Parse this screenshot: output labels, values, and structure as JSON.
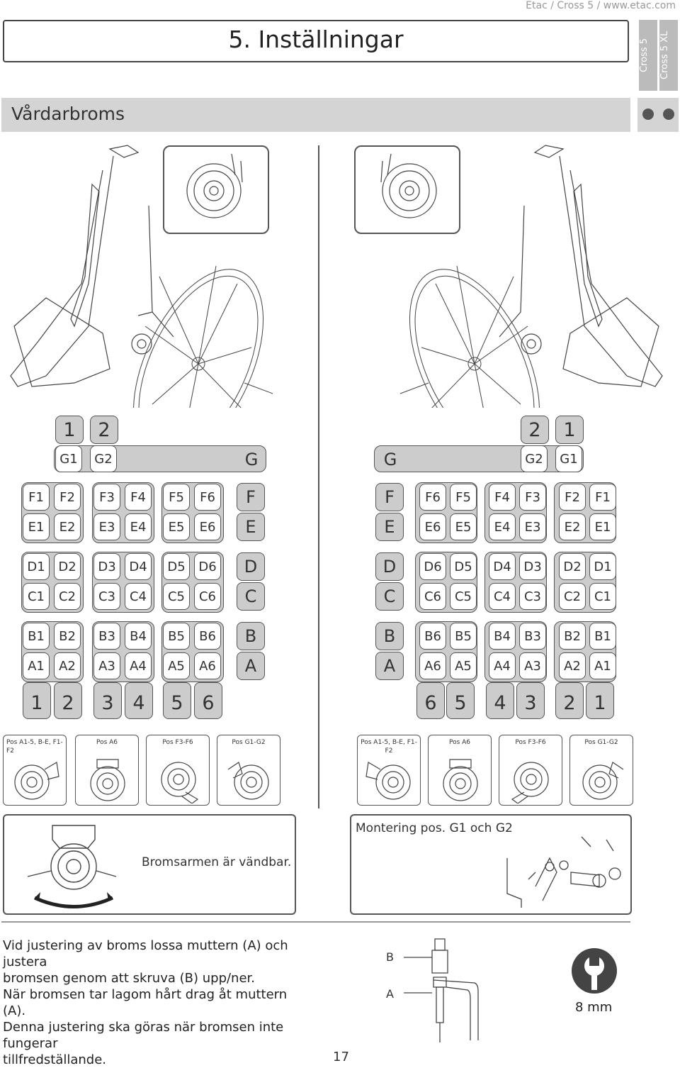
{
  "header": {
    "url": "Etac / Cross 5 / www.etac.com"
  },
  "title": "5. Inställningar",
  "section": "Vårdarbroms",
  "models": [
    "Cross 5",
    "Cross 5 XL"
  ],
  "grid": {
    "rows": [
      {
        "letter": "F",
        "cells": [
          "F1",
          "F2",
          "F3",
          "F4",
          "F5",
          "F6"
        ]
      },
      {
        "letter": "E",
        "cells": [
          "E1",
          "E2",
          "E3",
          "E4",
          "E5",
          "E6"
        ]
      },
      {
        "letter": "D",
        "cells": [
          "D1",
          "D2",
          "D3",
          "D4",
          "D5",
          "D6"
        ]
      },
      {
        "letter": "C",
        "cells": [
          "C1",
          "C2",
          "C3",
          "C4",
          "C5",
          "C6"
        ]
      },
      {
        "letter": "B",
        "cells": [
          "B1",
          "B2",
          "B3",
          "B4",
          "B5",
          "B6"
        ]
      },
      {
        "letter": "A",
        "cells": [
          "A1",
          "A2",
          "A3",
          "A4",
          "A5",
          "A6"
        ]
      }
    ],
    "g_row": {
      "letter": "G",
      "cells": [
        "G1",
        "G2"
      ],
      "numbers": [
        "1",
        "2"
      ]
    },
    "bottom_numbers": [
      "1",
      "2",
      "3",
      "4",
      "5",
      "6"
    ]
  },
  "positions_left": [
    "Pos A1-5, B-E, F1-F2",
    "Pos A6",
    "Pos F3-F6",
    "Pos G1-G2"
  ],
  "positions_right": [
    "Pos A1-5, B-E, F1-F2",
    "Pos A6",
    "Pos F3-F6",
    "Pos G1-G2"
  ],
  "notes": {
    "reversible": "Bromsarmen är vändbar.",
    "mounting": "Montering pos. G1 och G2"
  },
  "instructions": [
    "Vid justering av broms lossa muttern (A) och justera",
    "bromsen genom att skruva (B) upp/ner.",
    "När bromsen tar lagom hårt drag åt muttern (A).",
    "Denna justering ska göras när bromsen inte fungerar",
    "tillfredställande."
  ],
  "adjust_labels": {
    "b": "B",
    "a": "A"
  },
  "tool": {
    "size": "8 mm",
    "icon": "wrench-icon"
  },
  "page_number": "17"
}
